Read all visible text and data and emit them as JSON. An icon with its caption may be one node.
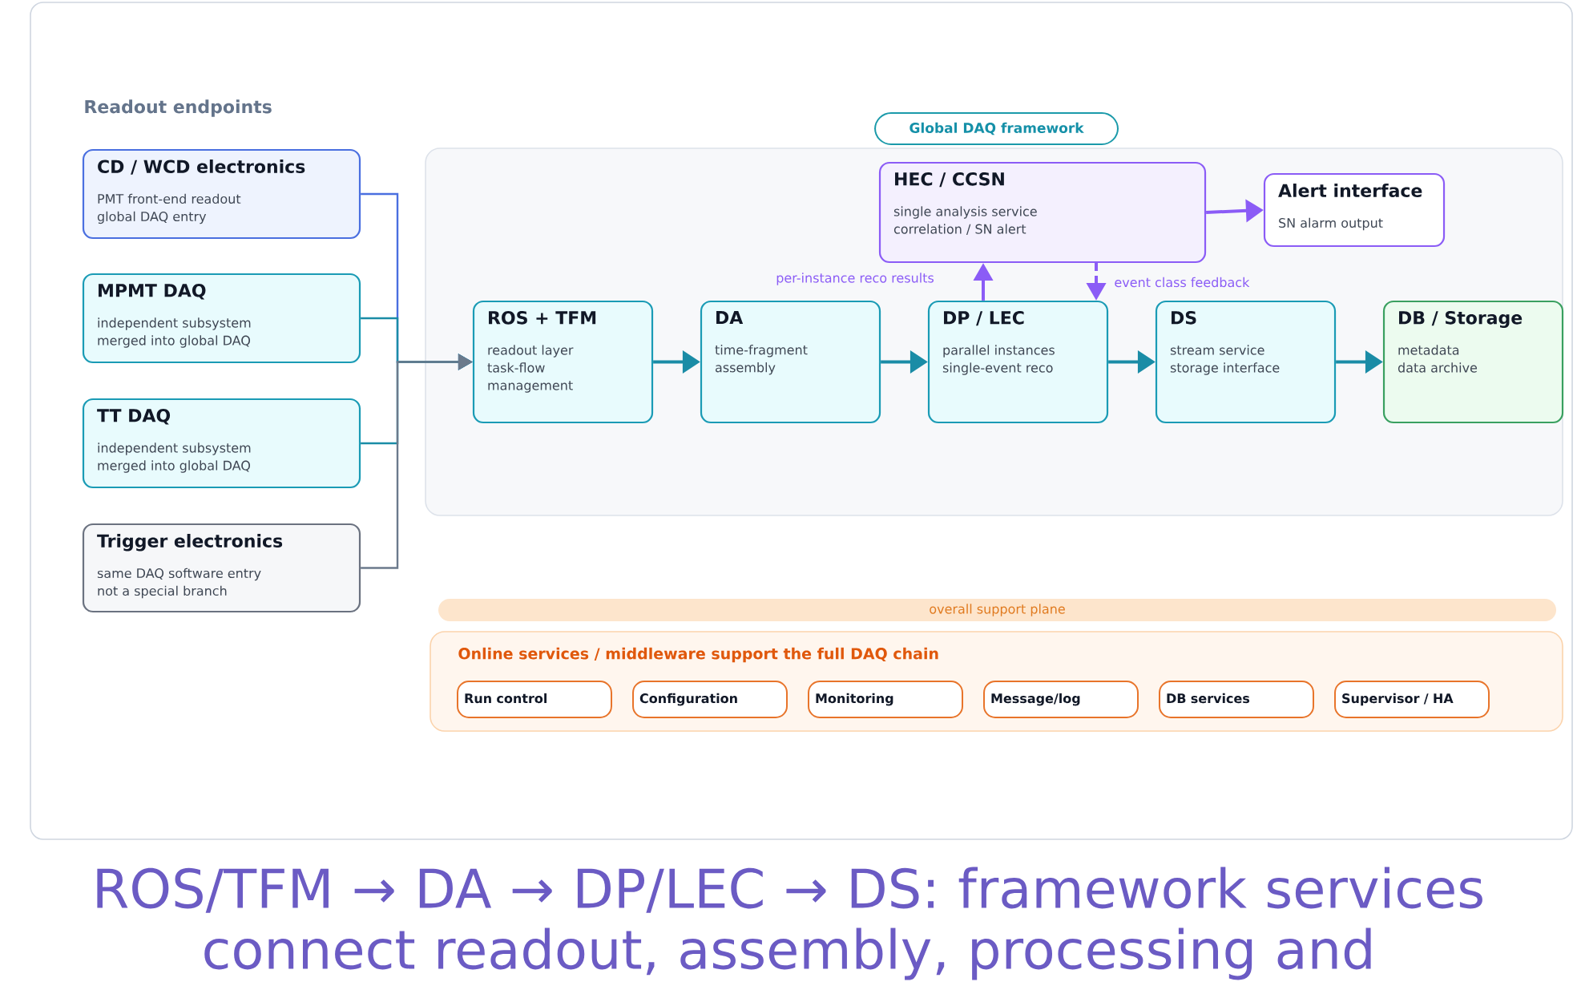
{
  "diagram": {
    "caption": "ROS/TFM → DA → DP/LEC → DS: framework services connect readout, assembly, processing and",
    "nodes": [
      {
        "text": [
          "CD / WCD electronics",
          "PMT front-end readout global DAQ entry"
        ]
      },
      {
        "text": [
          "MPMT DAQ",
          "independent subsystem merged into global DAQ"
        ]
      },
      {
        "text": [
          "TT DAQ",
          "independent subsystem merged into global DAQ"
        ]
      },
      {
        "text": [
          "Trigger electronics",
          "same DAQ software entry not a special branch"
        ]
      },
      {
        "text": [
          "Global DAQ framework"
        ]
      },
      {
        "text": [
          "HEC / CCSN",
          "single analysis service correlation / SN alert"
        ],
        "in": 4
      },
      {
        "text": [
          "Alert interface",
          "SN alarm output"
        ],
        "in": 4
      },
      {
        "text": [
          "ROS + TFM",
          "readout layer task-flow management"
        ],
        "in": 4
      },
      {
        "text": [
          "DA",
          "time-fragment assembly"
        ],
        "in": 4
      },
      {
        "text": [
          "DP / LEC",
          "parallel instances single-event reco"
        ],
        "in": 4
      },
      {
        "text": [
          "DS",
          "stream service storage interface"
        ],
        "in": 4
      },
      {
        "text": [
          "DB / Storage",
          "metadata data archive"
        ],
        "in": 4
      },
      {
        "text": [
          "overall support plane"
        ]
      },
      {
        "text": [
          "Online services / middleware support the full DAQ chain"
        ]
      },
      {
        "text": [
          "Run control"
        ],
        "in": 13
      },
      {
        "text": [
          "Configuration"
        ],
        "in": 13
      },
      {
        "text": [
          "Monitoring"
        ],
        "in": 13
      },
      {
        "text": [
          "Message/log"
        ],
        "in": 13
      },
      {
        "text": [
          "DB services"
        ],
        "in": 13
      },
      {
        "text": [
          "Supervisor / HA"
        ],
        "in": 13
      }
    ],
    "edges": [
      {
        "from": 0,
        "to": 7,
        "arrow": "to",
        "color": "#4a6fe0"
      },
      {
        "from": 1,
        "to": 7,
        "arrow": "to"
      },
      {
        "from": 2,
        "to": 7,
        "arrow": "to"
      },
      {
        "from": 3,
        "to": 7,
        "arrow": "to",
        "color": "#6b7a8c"
      },
      {
        "from": 7,
        "to": 8,
        "arrow": "to"
      },
      {
        "from": 8,
        "to": 9,
        "arrow": "to"
      },
      {
        "from": 9,
        "to": 10,
        "arrow": "to"
      },
      {
        "from": 10,
        "to": 11,
        "arrow": "to"
      },
      {
        "from": 9,
        "to": 5,
        "arrow": "to",
        "label": "per-instance reco results",
        "color": "#8b5cf6"
      },
      {
        "from": 5,
        "to": 9,
        "arrow": "to",
        "label": "event class feedback",
        "style": "dashed",
        "color": "#8b5cf6"
      },
      {
        "from": 5,
        "to": 6,
        "arrow": "to",
        "color": "#8b5cf6"
      }
    ],
    "labels": [
      "Readout endpoints"
    ]
  }
}
